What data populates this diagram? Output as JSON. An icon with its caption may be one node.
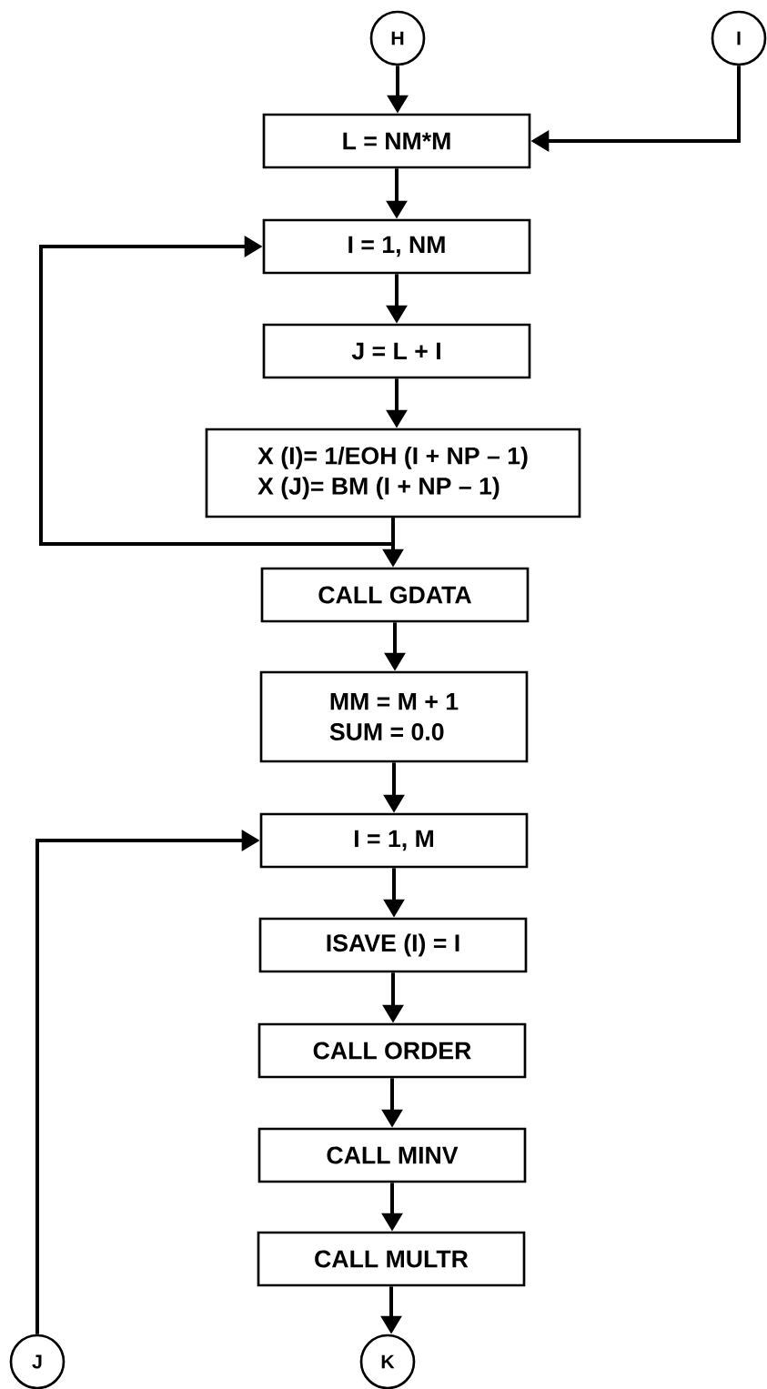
{
  "diagram": {
    "nodes": [
      {
        "text": [
          "H"
        ]
      },
      {
        "text": [
          "I"
        ]
      },
      {
        "text": [
          "L = NM*M"
        ]
      },
      {
        "text": [
          "I = 1, NM"
        ]
      },
      {
        "text": [
          "J = L + I"
        ]
      },
      {
        "text": [
          "X (I)=  1/EOH (I + NP – 1)",
          "X (J)=  BM (I + NP – 1)"
        ]
      },
      {
        "text": [
          "CALL GDATA"
        ]
      },
      {
        "text": [
          "MM  =  M + 1",
          "SUM =  0.0"
        ]
      },
      {
        "text": [
          "I = 1, M"
        ]
      },
      {
        "text": [
          "ISAVE (I) = I"
        ]
      },
      {
        "text": [
          "CALL ORDER"
        ]
      },
      {
        "text": [
          "CALL MINV"
        ]
      },
      {
        "text": [
          "CALL MULTR"
        ]
      },
      {
        "text": [
          "J"
        ]
      },
      {
        "text": [
          "K"
        ]
      }
    ],
    "edges": [
      {
        "from": 0,
        "to": 2,
        "arrow": "to"
      },
      {
        "from": 1,
        "to": 2,
        "arrow": "to"
      },
      {
        "from": 2,
        "to": 3,
        "arrow": "to"
      },
      {
        "from": 3,
        "to": 4,
        "arrow": "to"
      },
      {
        "from": 4,
        "to": 5,
        "arrow": "to"
      },
      {
        "from": 5,
        "to": 3,
        "arrow": "to"
      },
      {
        "from": 5,
        "to": 6,
        "arrow": "to"
      },
      {
        "from": 6,
        "to": 7,
        "arrow": "to"
      },
      {
        "from": 13,
        "to": 8,
        "arrow": "to"
      },
      {
        "from": 7,
        "to": 8,
        "arrow": "to"
      },
      {
        "from": 8,
        "to": 9,
        "arrow": "to"
      },
      {
        "from": 9,
        "to": 10,
        "arrow": "to"
      },
      {
        "from": 10,
        "to": 11,
        "arrow": "to"
      },
      {
        "from": 11,
        "to": 12,
        "arrow": "to"
      },
      {
        "from": 12,
        "to": 14,
        "arrow": "to"
      }
    ]
  }
}
